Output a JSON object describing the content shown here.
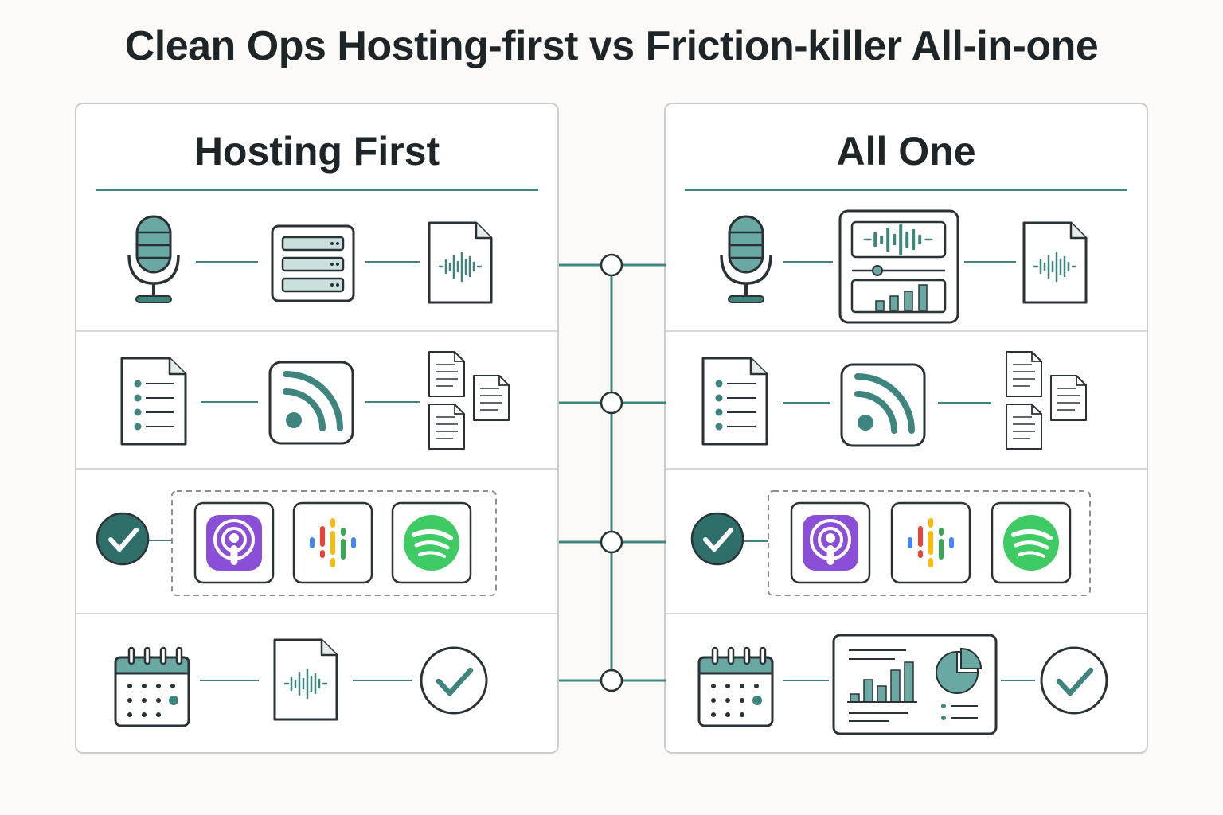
{
  "title": "Clean Ops Hosting-first vs Friction-killer All-in-one",
  "colors": {
    "teal": "#3f857f",
    "teal_fill": "#6aa8a4",
    "dark_teal": "#2f6f6a",
    "outline": "#2a3236",
    "panel_border": "#c9cdcd",
    "apple_purple": "#8a4fd6",
    "spotify_green": "#3ecb63",
    "google_blue": "#4285f4",
    "google_red": "#ea4335",
    "google_yellow": "#fbbc04",
    "google_green": "#34a853"
  },
  "panels": [
    {
      "title": "Hosting First",
      "rows": [
        {
          "step": "record",
          "icons": [
            "microphone-icon",
            "server-icon",
            "audio-file-icon"
          ]
        },
        {
          "step": "publish",
          "icons": [
            "show-notes-icon",
            "rss-feed-icon",
            "documents-icon"
          ]
        },
        {
          "step": "distribute",
          "icons": [
            "check-circle-icon",
            "apple-podcasts-icon",
            "google-podcasts-icon",
            "spotify-icon"
          ]
        },
        {
          "step": "schedule",
          "icons": [
            "calendar-icon",
            "audio-file-icon",
            "check-circle-icon"
          ]
        }
      ]
    },
    {
      "title": "All One",
      "rows": [
        {
          "step": "record",
          "icons": [
            "microphone-icon",
            "editor-dashboard-icon",
            "audio-file-icon"
          ]
        },
        {
          "step": "publish",
          "icons": [
            "show-notes-icon",
            "rss-feed-icon",
            "documents-icon"
          ]
        },
        {
          "step": "distribute",
          "icons": [
            "check-circle-icon",
            "apple-podcasts-icon",
            "google-podcasts-icon",
            "spotify-icon"
          ]
        },
        {
          "step": "schedule",
          "icons": [
            "calendar-icon",
            "analytics-dashboard-icon",
            "check-circle-icon"
          ]
        }
      ]
    }
  ]
}
